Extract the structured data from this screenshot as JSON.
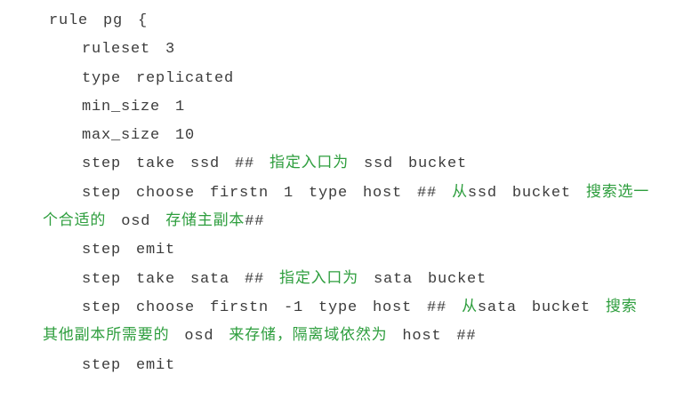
{
  "page": {
    "background_color": "#ffffff",
    "code_color": "#3c3c3c",
    "comment_color": "#2e9e3e"
  },
  "code_block": {
    "language_hint": "ceph-crush-rule",
    "lines": [
      {
        "indent": "l1",
        "segments": [
          {
            "t": "rule pg {",
            "c": "code"
          }
        ]
      },
      {
        "indent": "l2",
        "segments": [
          {
            "t": "ruleset 3",
            "c": "code"
          }
        ]
      },
      {
        "indent": "l2",
        "segments": [
          {
            "t": "type replicated",
            "c": "code"
          }
        ]
      },
      {
        "indent": "l2",
        "segments": [
          {
            "t": "min_size 1",
            "c": "code"
          }
        ]
      },
      {
        "indent": "l2",
        "segments": [
          {
            "t": "max_size 10",
            "c": "code"
          }
        ]
      },
      {
        "indent": "l2",
        "segments": [
          {
            "t": "step take ssd ## ",
            "c": "code"
          },
          {
            "t": "指定入口为",
            "c": "comment"
          },
          {
            "t": " ssd bucket",
            "c": "code"
          }
        ]
      },
      {
        "indent": "l2",
        "segments": [
          {
            "t": "step choose firstn 1 type host ## ",
            "c": "code"
          },
          {
            "t": "从",
            "c": "comment"
          },
          {
            "t": "ssd bucket ",
            "c": "code"
          },
          {
            "t": "搜索选一",
            "c": "comment"
          }
        ]
      },
      {
        "indent": "wrap",
        "segments": [
          {
            "t": "个合适的",
            "c": "comment"
          },
          {
            "t": " osd ",
            "c": "code"
          },
          {
            "t": "存储主副本",
            "c": "comment"
          },
          {
            "t": "##",
            "c": "code"
          }
        ]
      },
      {
        "indent": "l2",
        "segments": [
          {
            "t": "step emit",
            "c": "code"
          }
        ]
      },
      {
        "indent": "l2",
        "segments": [
          {
            "t": "step take sata ## ",
            "c": "code"
          },
          {
            "t": "指定入口为",
            "c": "comment"
          },
          {
            "t": " sata bucket",
            "c": "code"
          }
        ]
      },
      {
        "indent": "l2",
        "segments": [
          {
            "t": "step choose firstn -1 type host ## ",
            "c": "code"
          },
          {
            "t": "从",
            "c": "comment"
          },
          {
            "t": "sata bucket ",
            "c": "code"
          },
          {
            "t": "搜索",
            "c": "comment"
          }
        ]
      },
      {
        "indent": "wrap",
        "segments": [
          {
            "t": "其他副本所需要的",
            "c": "comment"
          },
          {
            "t": " osd ",
            "c": "code"
          },
          {
            "t": "来存储，隔离域依然为",
            "c": "comment"
          },
          {
            "t": " host ##",
            "c": "code"
          }
        ]
      },
      {
        "indent": "l2",
        "segments": [
          {
            "t": "step emit",
            "c": "code"
          }
        ]
      }
    ]
  }
}
